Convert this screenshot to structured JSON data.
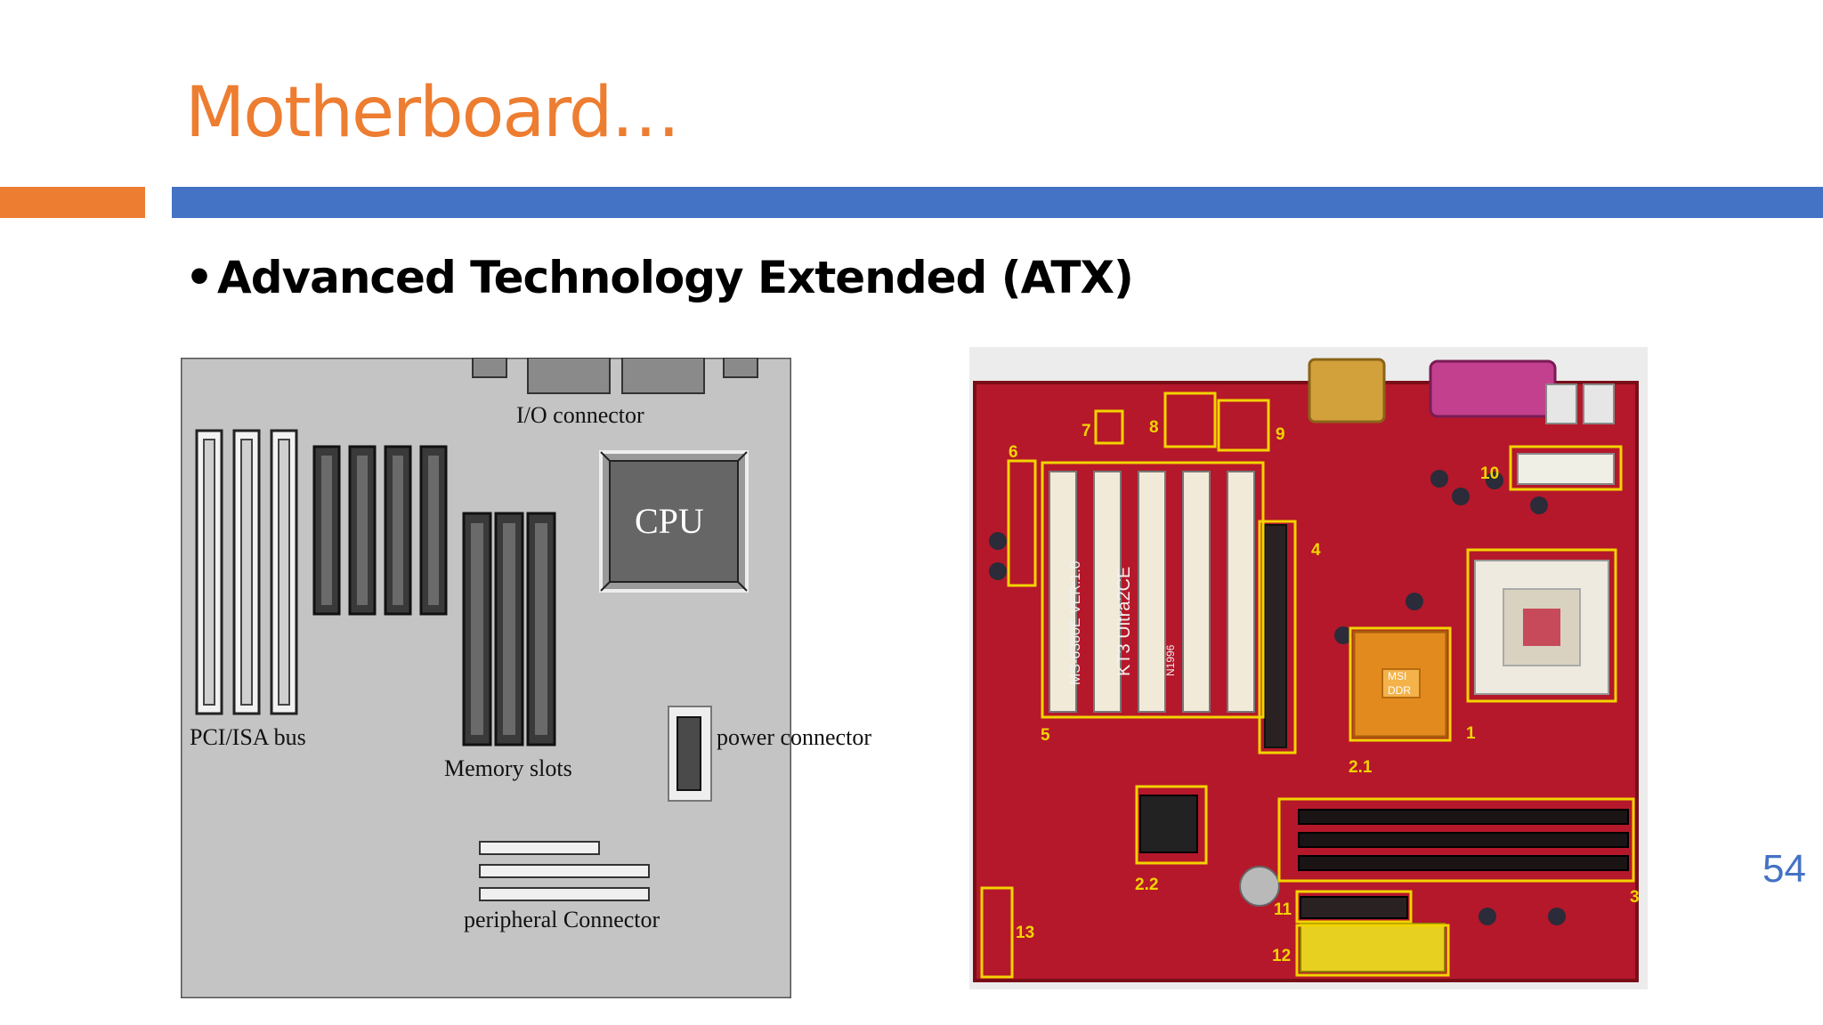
{
  "slide": {
    "title": "Motherboard…",
    "bullet": "Advanced Technology Extended (ATX)",
    "bullet_marker": "•",
    "page_number": "54",
    "colors": {
      "title": "#ED7D31",
      "accent_orange": "#ED7D31",
      "accent_blue": "#4472C4",
      "page_number": "#4472C4"
    }
  },
  "diagram": {
    "labels": {
      "io_connector": "I/O connector",
      "cpu": "CPU",
      "pci_isa_bus": "PCI/ISA bus",
      "memory_slots": "Memory slots",
      "power_connector": "power connector",
      "peripheral_connector": "peripheral Connector"
    }
  },
  "photo": {
    "callouts": [
      "1",
      "2.1",
      "2.2",
      "3",
      "4",
      "5",
      "6",
      "7",
      "8",
      "9",
      "10",
      "11",
      "12",
      "13"
    ],
    "board_text": [
      "MS-6380E VER:1.0",
      "KT3 Ultra2CE",
      "MSI",
      "DDR",
      "N1996"
    ]
  }
}
